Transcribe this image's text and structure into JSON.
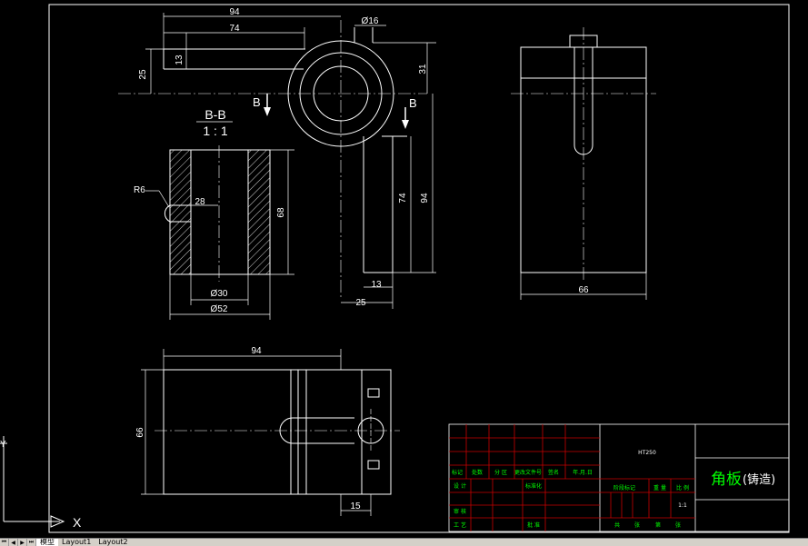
{
  "dimensions": {
    "top_94": "94",
    "top_74": "74",
    "dia16": "Ø16",
    "d25": "25",
    "d13": "13",
    "d31": "31",
    "cut_left": "B",
    "cut_right": "B",
    "d74_right": "74",
    "d94_right": "94",
    "d25_bottom": "25",
    "d13_bottom": "13",
    "section_title": "B-B",
    "section_scale": "1 : 1",
    "r6": "R6",
    "d28": "28",
    "d68": "68",
    "dia30": "Ø30",
    "dia52": "Ø52",
    "side_66": "66",
    "bottom_94": "94",
    "bottom_66": "66",
    "bottom_15": "15"
  },
  "title_block": {
    "material": "HT250",
    "part_name": "角板",
    "part_note": "(铸造)",
    "scale": "1:1",
    "row_labels": [
      "标记",
      "处数",
      "分 区",
      "更改文件号",
      "签名",
      "年.月.日"
    ],
    "left_labels": [
      "设 计",
      "审 核",
      "工 艺"
    ],
    "mid_labels": [
      "标准化",
      "批 准"
    ],
    "stage_label": "阶段标记",
    "weight_label": "重 量",
    "scale_label": "比 例",
    "sheet_labels": [
      "共",
      "张",
      "第",
      "张"
    ]
  },
  "ucs": {
    "x": "X",
    "y": "Y"
  },
  "tabs": [
    "模型",
    "Layout1",
    "Layout2"
  ],
  "colors": {
    "line": "#ffffff",
    "frame": "#d00000",
    "green": "#00ff00",
    "cyan": "#00c8c8"
  }
}
